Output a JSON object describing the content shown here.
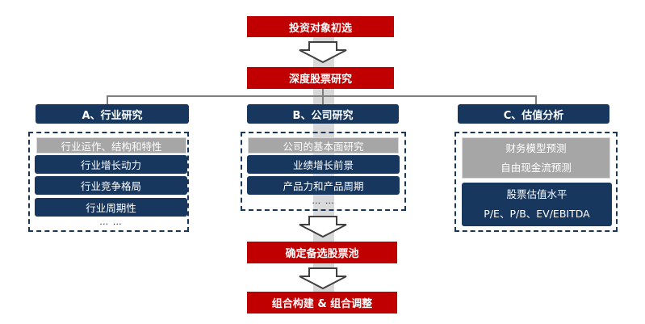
{
  "flow": {
    "step1": "投资对象初选",
    "step2": "深度股票研究",
    "step3": "确定备选股票池",
    "step4": "组合构建 & 组合调整"
  },
  "columns": [
    {
      "title": "A、行业研究",
      "items": [
        {
          "label": "行业运作、结构和特性",
          "style": "grey"
        },
        {
          "label": "行业增长动力",
          "style": "navy"
        },
        {
          "label": "行业竞争格局",
          "style": "navy"
        },
        {
          "label": "行业周期性",
          "style": "navy"
        }
      ],
      "more": "…  …"
    },
    {
      "title": "B、公司研究",
      "items": [
        {
          "label": "公司的基本面研究",
          "style": "grey"
        },
        {
          "label": "业绩增长前景",
          "style": "navy"
        },
        {
          "label": "产品力和产品周期",
          "style": "navy"
        }
      ],
      "more": "…  …"
    },
    {
      "title": "C、估值分析",
      "blocks": [
        {
          "lines": [
            "财务模型预测",
            "自由现金流预测"
          ],
          "style": "grey"
        },
        {
          "lines": [
            "股票估值水平",
            "P/E、P/B、EV/EBITDA"
          ],
          "style": "navy"
        }
      ]
    }
  ],
  "colors": {
    "red": "#c00000",
    "navy": "#17375e",
    "grey": "#a6a6a6",
    "spine": "#d9d9d9",
    "connector": "#7f7f7f"
  }
}
